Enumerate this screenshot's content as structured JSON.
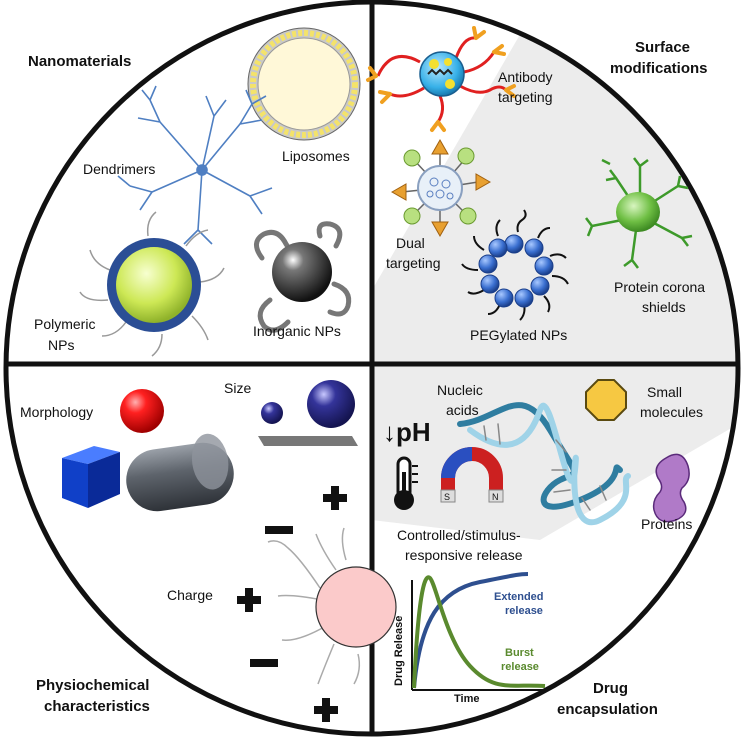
{
  "quadrants": {
    "nanomaterials": {
      "title": "Nanomaterials",
      "items": [
        "Dendrimers",
        "Liposomes",
        "Polymeric",
        "NPs",
        "Inorganic NPs"
      ]
    },
    "surface": {
      "title_line1": "Surface",
      "title_line2": "modifications",
      "antibody_1": "Antibody",
      "antibody_2": "targeting",
      "dual_1": "Dual",
      "dual_2": "targeting",
      "peg": "PEGylated NPs",
      "corona_1": "Protein corona",
      "corona_2": "shields"
    },
    "physio": {
      "title_line1": "Physiochemical",
      "title_line2": "characteristics",
      "morphology": "Morphology",
      "size": "Size",
      "charge": "Charge"
    },
    "drug": {
      "title_line1": "Drug",
      "title_line2": "encapsulation",
      "nucleic_1": "Nucleic",
      "nucleic_2": "acids",
      "small_1": "Small",
      "small_2": "molecules",
      "proteins": "Proteins",
      "ph": "↓pH",
      "release_1": "Controlled/stimulus-",
      "release_2": "responsive release",
      "magnet_s": "S",
      "magnet_n": "N",
      "graph_xlabel": "Time",
      "graph_ylabel": "Drug Release",
      "extended_1": "Extended",
      "extended_2": "release",
      "burst_1": "Burst",
      "burst_2": "release"
    }
  },
  "colors": {
    "extended": "#2e4f8f",
    "burst": "#5a8a2e",
    "shade": "#ececec"
  }
}
